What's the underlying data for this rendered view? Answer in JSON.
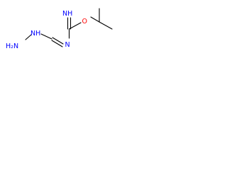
{
  "molecule": {
    "atoms": {
      "imine_nh": "NH",
      "oxygen": "O",
      "hydrazine_h2n": "H₂N",
      "hydrazine_nh": "NH",
      "imine_n": "N"
    },
    "colors": {
      "bond": "#000000",
      "nitrogen": "#0000ff",
      "oxygen": "#ff0000"
    }
  }
}
